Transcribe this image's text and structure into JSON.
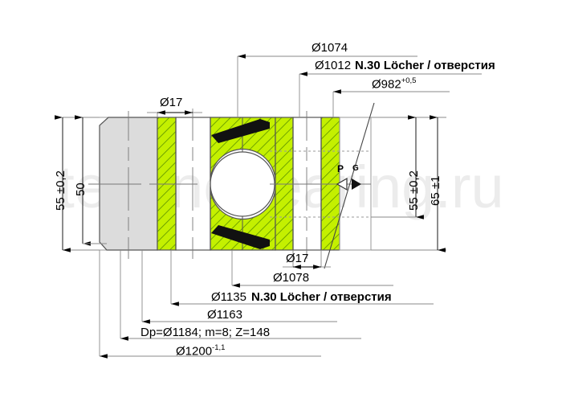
{
  "drawing": {
    "title": "Slewing ring bearing cross-section drawing",
    "watermark": "technobearing.ru",
    "colors": {
      "hatch_fill": "#c4f000",
      "hatch_line": "#5a9100",
      "gray_fill": "#d9d9d9",
      "outline": "#555555",
      "dimension_line": "#7f7f7f",
      "text": "#000000",
      "seal": "#000000",
      "watermark": "#ebebeb"
    },
    "top_dimensions": [
      {
        "id": "d1074",
        "text": "Ø1074",
        "suffix": "",
        "note": ""
      },
      {
        "id": "d1012",
        "text": "Ø1012",
        "suffix": "",
        "note": "N.30 Löcher / отверстия"
      },
      {
        "id": "d982",
        "text": "Ø982",
        "suffix": "+0,5",
        "note": ""
      }
    ],
    "bottom_dimensions": [
      {
        "id": "d17b",
        "text": "Ø17",
        "suffix": "",
        "note": ""
      },
      {
        "id": "d1078",
        "text": "Ø1078",
        "suffix": "",
        "note": ""
      },
      {
        "id": "d1135",
        "text": "Ø1135",
        "suffix": "",
        "note": "N.30 Löcher / отверстия"
      },
      {
        "id": "d1163",
        "text": "Ø1163",
        "suffix": "",
        "note": ""
      },
      {
        "id": "gear",
        "text": "Dp=Ø1184; m=8; Z=148",
        "suffix": "",
        "note": ""
      },
      {
        "id": "d1200",
        "text": "Ø1200",
        "suffix": "-1,1",
        "note": ""
      }
    ],
    "top_left_dimension": {
      "id": "d17t",
      "text": "Ø17"
    },
    "left_dimensions": [
      {
        "id": "h55",
        "text": "55 ±0,2"
      },
      {
        "id": "h50",
        "text": "50"
      }
    ],
    "right_dimensions": [
      {
        "id": "h55r",
        "text": "55 ±0,2"
      },
      {
        "id": "h65",
        "text": "65 ±1"
      }
    ],
    "surface_marks": [
      {
        "id": "mark-p",
        "label": "P",
        "style": "open-triangle"
      },
      {
        "id": "mark-g",
        "label": "G",
        "style": "filled-triangle"
      }
    ]
  }
}
